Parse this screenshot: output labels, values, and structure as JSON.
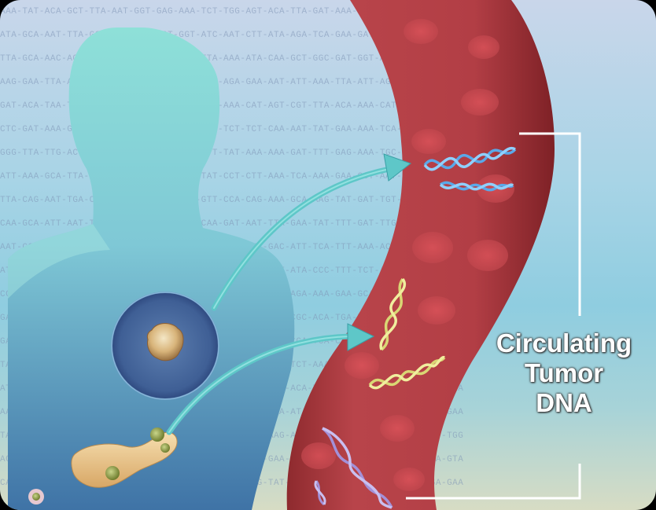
{
  "image": {
    "label_lines": [
      "Circulating",
      "Tumor",
      "DNA"
    ],
    "background_sequence_rows": [
      "AAA-TAT-ACA-GCT-TTA-AAT-GGT-GAG-AAA-TCT-TGG-AGT-ACA-TTA-GAT-AAA-TAT-ACA-TAC-GTA-GGA-ATA",
      "ATA-GCA-AAT-TTA-GCT-GAT-ATT-GCT-GGT-ATC-AAT-CTT-ATA-AGA-TCA-GAA-GAT-AAA-AGT-GCT-ATT-AAT",
      "TTA-GCA-AAC-AGA-CCT-TAA-GTA-TTA-AAC-TTA-AAA-ATA-CAA-GCT-GGC-GAT-GGT-AAT-GCA-TTT-AAA",
      "AAG-GAA-TTA-ACC-AAG-AAT-GTT-TTA-ATT-CAA-AGA-GAA-AAT-ATT-AAA-TTA-ATT-AGA-GAA-CAT-TTA",
      "GAT-ACA-TAA-TTG-GTC-TGA-AAT-TTT-GCT-GTG-AAA-CAT-AGT-CGT-TTA-ACA-AAA-CAT-ATT-GCA-GAT",
      "CTC-GAT-AAA-GAC-TTC-TTA-TTC-CAA-TTA-CCT-TCT-TCT-CAA-AAT-TAT-GAA-AAA-TCA-TTT-CCC-TTT",
      "GGG-TTA-TTG-ACC-AAG-CTT-GGA-TTA-GAA-ATT-TAT-AAA-AAA-GAT-TTT-GAG-AAA-TGC-CTA-GCA-TTA",
      "ATT-AAA-GCA-TTA-TCA-AGA-TGC-ATT-TAT-TAT-CCT-CTT-AAA-TCA-AAA-GAA-GCT-AAT-ACA-TAA-AGA",
      "TTA-CAG-AAT-TGA-CTG-AAA-TAT-AAT-TCT-GTT-CCA-CAG-AAA-GCA-AAG-TAT-GAT-TGT-ATT-AAA-CGC",
      "CAA-GCA-ATT-AAT-TAT-AAA-TCA-ATA-AGT-CAA-GAT-AAT-TTA-GAA-TAT-TTT-GAT-TTG-TTT-AAT-GAC",
      "AAT-CCT-TAA-GGA-TCA-TGA-CTA-AAT-AAA-CCA-GTA-TTT-GAC-ATT-TCA-TTT-AAA-ACT-TTT-AGA-TGT",
      "ATT-TAT-ATA-CTA-TAT-AAC-ACT-AGA-AAT-GCT-CCA-AAT-TTT-ATA-CCC-TTT-TCT-AGA-AAA-AAA-CTA",
      "CCA-AAT-TCA-AAT-TTC-ATA-GCT-TTA-GAA-ATT-AGT-GAT-GTT-AGA-AAA-GAA-GCA-TTT-GCT-TGA-ATT",
      "GAT-CTA-TCA-CAT-TTA-TCA-GCA-TTT-GCT-AAA-GAT-TAT-GCT-CGC-ACA-TGA-TCA-TTC-ACA-ATA-TTT",
      "GAA-ATT-TCC-GAC-TAA-AAA-GCA-TTT-ATA-ATA-ATA-GAA-TTC-CCA-TCA-CAA-TCG-CTT-GAA-ATA-AGA",
      "TAA-ATA-CGA-TCA-AGA-TTA-GCA-CTA-AAT-GTA-AAG-AAA-AAT-TCT-AAA-TAT-ATT-ACA-AGT-TTG-CCT",
      "ATT-GCA-CCA-GCA-ATC-AAA-TTA-CTT-AAA-AAA-GAA-AAA-TAT-ACA-TAC-GTA-GGA-ATA-AAT-AAA-CTA",
      "AAA-GCC-AAT-ATT-TCT-CCA-ATA-ATA-GAA-GAT-TTG-CTA-GAA-ATA-GAA-GGA-TTA-TTA-AAA-GTA-GAA",
      "TAT-GAA-TGC-AAA-GAT-AGT-CAA-CAC-TTA-GCA-TTT-ATA-AAG-ATT-GAT-AAA-CCA-GAA-AAA-CTT-TGG",
      "AGA-TAT-CAC-TTA-GAT-GCA-TCA-CCA-AAT-AAT-ACA-GAT-GAA-TTA-AAA-TCT-AGA-ATT-GAT-GCA-GTA",
      "CAA-ACA-TGC-GGA-TTA-GTA-TTA-TTA-GAA-GCC-ATT-ACG-TAT-AAA-AGA-TTT-TGT-CCA-GAA-AGA-GAA"
    ]
  }
}
